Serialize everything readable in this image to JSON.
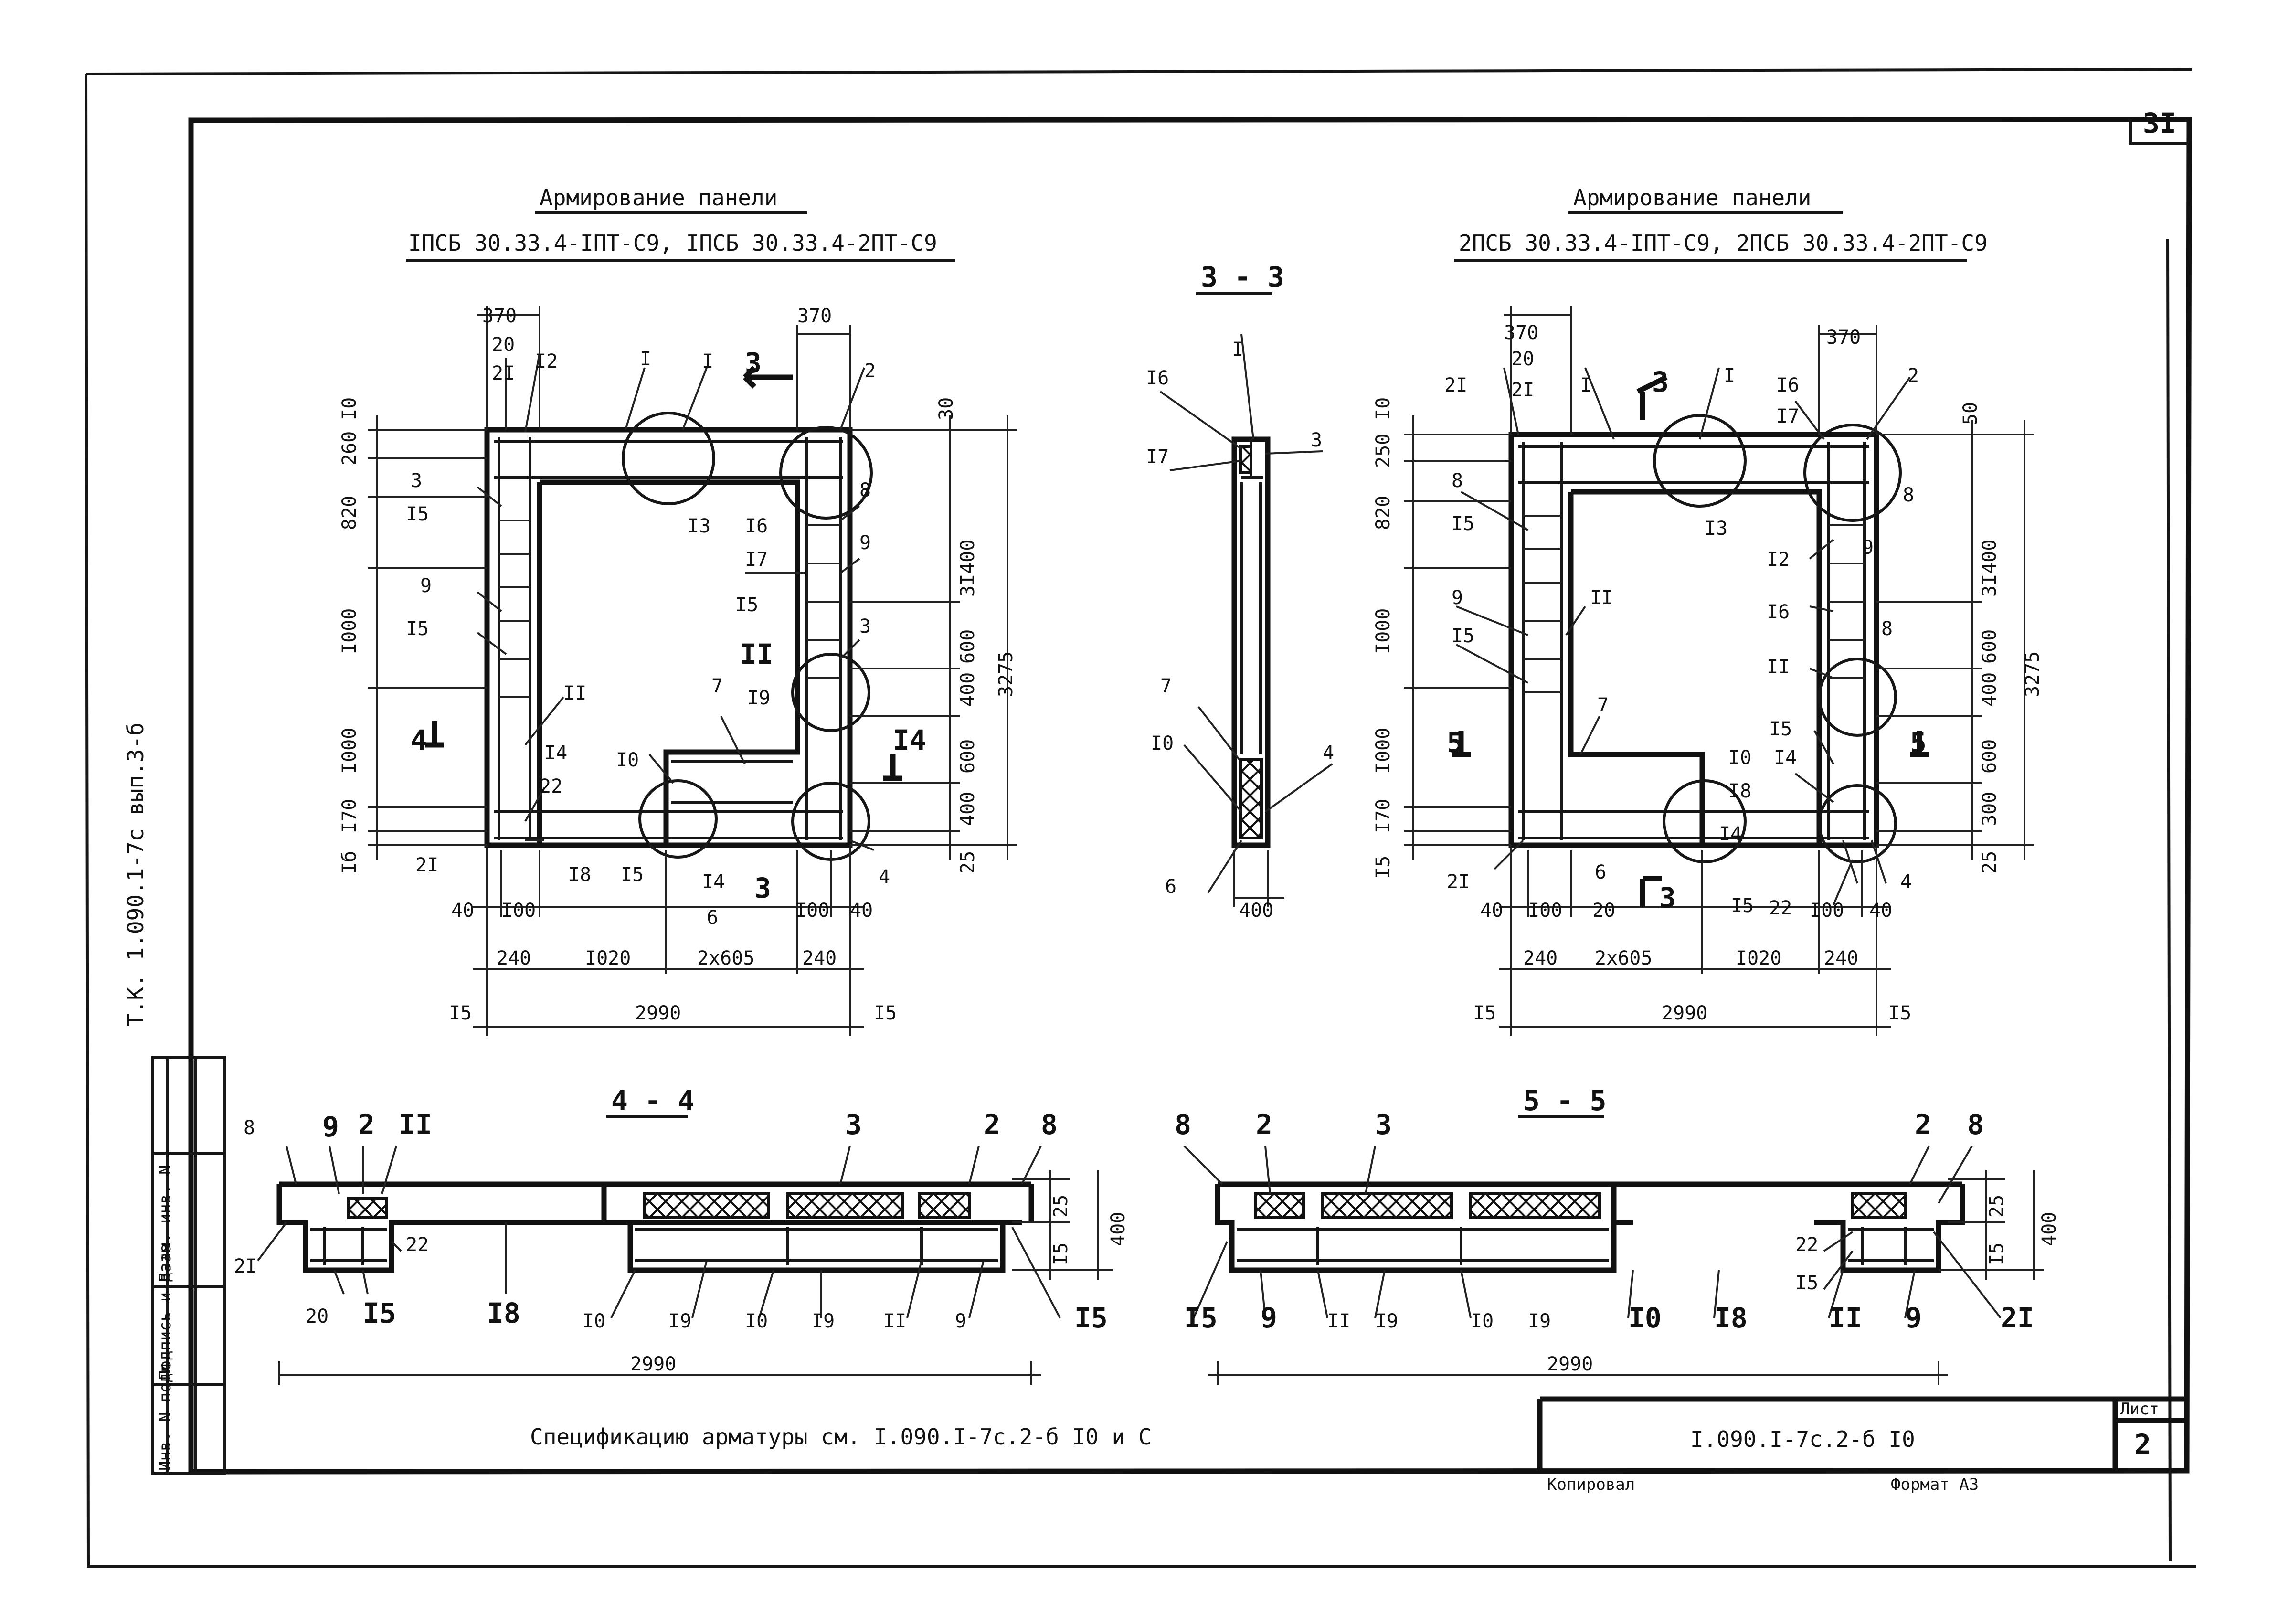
{
  "sheet": {
    "page_number": "3I",
    "side_stamp": "Т.К. 1.090.1-7с вып.3-б",
    "stamp_columns": [
      "Инв. N подл.",
      "Подпись и дата",
      "Взам. инв. N"
    ],
    "spec_note": "Спецификацию арматуры см. I.090.I-7с.2-б I0 и С",
    "doc_code": "I.090.I-7с.2-б I0",
    "sheet_label": "Лист",
    "sheet_number": "2",
    "copied_by": "Копировал",
    "format": "Формат А3"
  },
  "left_panel": {
    "title": "Армирование панели",
    "subtitle": "IПСБ 30.33.4-IПТ-С9, IПСБ 30.33.4-2ПТ-С9"
  },
  "right_panel": {
    "title": "Армирование панели",
    "subtitle": "2ПСБ 30.33.4-IПТ-С9, 2ПСБ 30.33.4-2ПТ-С9"
  },
  "sections": {
    "s33": "3 - 3",
    "s44": "4 - 4",
    "s55": "5 - 5"
  },
  "labels": {
    "l_370a": "370",
    "l_370b": "370",
    "l_20": "20",
    "l_21": "2I",
    "l_12": "I2",
    "l_1": "I",
    "l_I": "I",
    "l_3": "3",
    "l_2": "2",
    "l_30": "30",
    "l_10v": "I0",
    "l_260": "260",
    "l_820": "820",
    "l_1000a": "I000",
    "l_1000b": "I000",
    "l_170": "I70",
    "l_15v": "Iб",
    "l_p3": "3",
    "l_p15a": "I5",
    "l_p9": "9",
    "l_p15b": "I5",
    "l_p11": "II",
    "l_p4": "4",
    "l_p14": "I4",
    "l_p22": "22",
    "l_p21": "2I",
    "l_p13": "I3",
    "l_p16": "I6",
    "l_p17": "I7",
    "l_p8": "8",
    "l_p9b": "9",
    "l_p15c": "I5",
    "l_p11b": "II",
    "l_p3b": "3",
    "l_p19": "I9",
    "l_p7": "7",
    "l_p10": "I0",
    "l_p14b": "I4",
    "l_3400": "3I400",
    "l_600a": "600",
    "l_400a": "400",
    "l_600b": "600",
    "l_400b": "400",
    "l_25": "25",
    "l_3275": "3275",
    "l_p18": "I8",
    "l_p15d": "I5",
    "l_p14c": "I4",
    "l_p6": "6",
    "l_p3c": "3",
    "l_p4b": "4",
    "l_40a": "40",
    "l_100a": "I00",
    "l_100b": "I00",
    "l_40b": "40",
    "l_240a": "240",
    "l_1020": "I020",
    "l_2x605": "2х605",
    "l_240b": "240",
    "l_15a": "I5",
    "l_2990": "2990",
    "l_15b": "I5"
  },
  "section33_labels": {
    "a_16": "I6",
    "a_I": "I",
    "a_17": "I7",
    "a_3": "3",
    "a_7": "7",
    "a_10": "I0",
    "a_4": "4",
    "a_6": "6",
    "a_400": "400"
  },
  "right_labels": {
    "r_370a": "370",
    "r_370b": "370",
    "r_20": "20",
    "r_21a": "2I",
    "r_21b": "2I",
    "r_I": "I",
    "r_3": "3",
    "r_Ib": "I",
    "r_16": "I6",
    "r_17": "I7",
    "r_2": "2",
    "r_50": "50",
    "r_10v": "I0",
    "r_250": "250",
    "r_820": "820",
    "r_1000a": "I000",
    "r_1000b": "I000",
    "r_170": "I70",
    "r_15v": "I5",
    "r_8": "8",
    "r_15a": "I5",
    "r_9": "9",
    "r_15b": "I5",
    "r_11": "II",
    "r_7": "7",
    "r_5a": "5",
    "r_13": "I3",
    "r_12": "I2",
    "r_8b": "8",
    "r_16b": "I6",
    "r_9b": "9",
    "r_11b": "II",
    "r_8c": "8",
    "r_15c": "I5",
    "r_10": "I0",
    "r_14": "I4",
    "r_18": "I8",
    "r_5b": "5",
    "r_3400": "3I400",
    "r_600a": "600",
    "r_400a": "400",
    "r_600b": "600",
    "r_300": "300",
    "r_25": "25",
    "r_3275": "3275",
    "r_21c": "2I",
    "r_6": "6",
    "r_20b": "20",
    "r_3b": "3",
    "r_15d": "I5",
    "r_22": "22",
    "r_4": "4",
    "r_14b": "I4",
    "r_40a": "40",
    "r_100a": "I00",
    "r_100b": "I00",
    "r_40b": "40",
    "r_240a": "240",
    "r_2x605": "2х605",
    "r_1020": "I020",
    "r_240b": "240",
    "r_15e": "I5",
    "r_2990": "2990",
    "r_15f": "I5"
  },
  "section44_labels": {
    "b_8": "8",
    "b_9": "9",
    "b_2": "2",
    "b_11": "II",
    "b_3": "3",
    "b_2b": "2",
    "b_8b": "8",
    "b_21": "2I",
    "b_22": "22",
    "b_25": "25",
    "b_15v": "I5",
    "b_400": "400",
    "b_20": "20",
    "b_15": "I5",
    "b_18": "I8",
    "b_10a": "I0",
    "b_19a": "I9",
    "b_10b": "I0",
    "b_19b": "I9",
    "b_11b": "II",
    "b_9b": "9",
    "b_15b": "I5",
    "b_2990": "2990"
  },
  "section55_labels": {
    "c_8": "8",
    "c_2": "2",
    "c_3": "3",
    "c_2b": "2",
    "c_8b": "8",
    "c_25": "25",
    "c_15v": "I5",
    "c_400": "400",
    "c_15": "I5",
    "c_9": "9",
    "c_11": "II",
    "c_19a": "I9",
    "c_10a": "I0",
    "c_19b": "I9",
    "c_10b": "I0",
    "c_18": "I8",
    "c_22": "22",
    "c_15b": "I5",
    "c_11b": "II",
    "c_9b": "9",
    "c_21": "2I",
    "c_2990": "2990"
  }
}
